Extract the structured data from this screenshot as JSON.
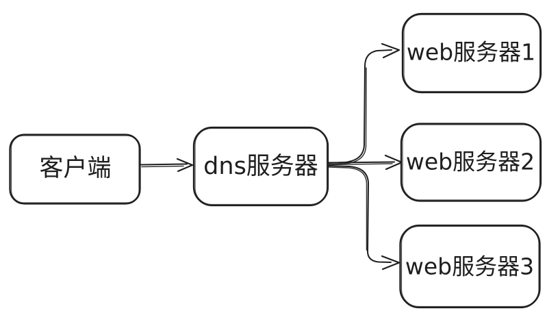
{
  "diagram": {
    "type": "flowchart",
    "style": "hand-drawn",
    "colors": {
      "stroke": "#1e1e1e",
      "background": "#ffffff",
      "node_fill": "#ffffff"
    },
    "nodes": [
      {
        "id": "client",
        "label": "客户端"
      },
      {
        "id": "dns",
        "label": "dns服务器"
      },
      {
        "id": "web1",
        "label": "web服务器1"
      },
      {
        "id": "web2",
        "label": "web服务器2"
      },
      {
        "id": "web3",
        "label": "web服务器3"
      }
    ],
    "edges": [
      {
        "from": "client",
        "to": "dns",
        "shape": "straight-arrow"
      },
      {
        "from": "dns",
        "to": "web1",
        "shape": "elbow-up-arrow"
      },
      {
        "from": "dns",
        "to": "web2",
        "shape": "straight-arrow"
      },
      {
        "from": "dns",
        "to": "web3",
        "shape": "elbow-down-arrow"
      }
    ]
  }
}
